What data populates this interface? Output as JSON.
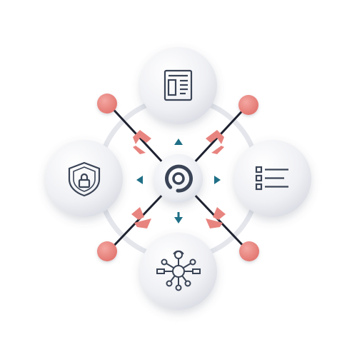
{
  "diagram": {
    "center": {
      "icon": "power-ring-icon"
    },
    "nodes": [
      {
        "position": "top",
        "icon": "document-layout-icon"
      },
      {
        "position": "right",
        "icon": "checklist-icon"
      },
      {
        "position": "bottom",
        "icon": "network-hub-icon"
      },
      {
        "position": "left",
        "icon": "security-shield-lock-icon"
      }
    ],
    "arrows": [
      "up",
      "right",
      "down",
      "left"
    ],
    "colors": {
      "accent_coral": "#e8847f",
      "arrow_teal": "#1f6f86",
      "icon_slate": "#3a4456",
      "connector_dark": "#1e2230",
      "node_fill": "#f1f2f6",
      "ring": "#e4e6ec"
    }
  }
}
